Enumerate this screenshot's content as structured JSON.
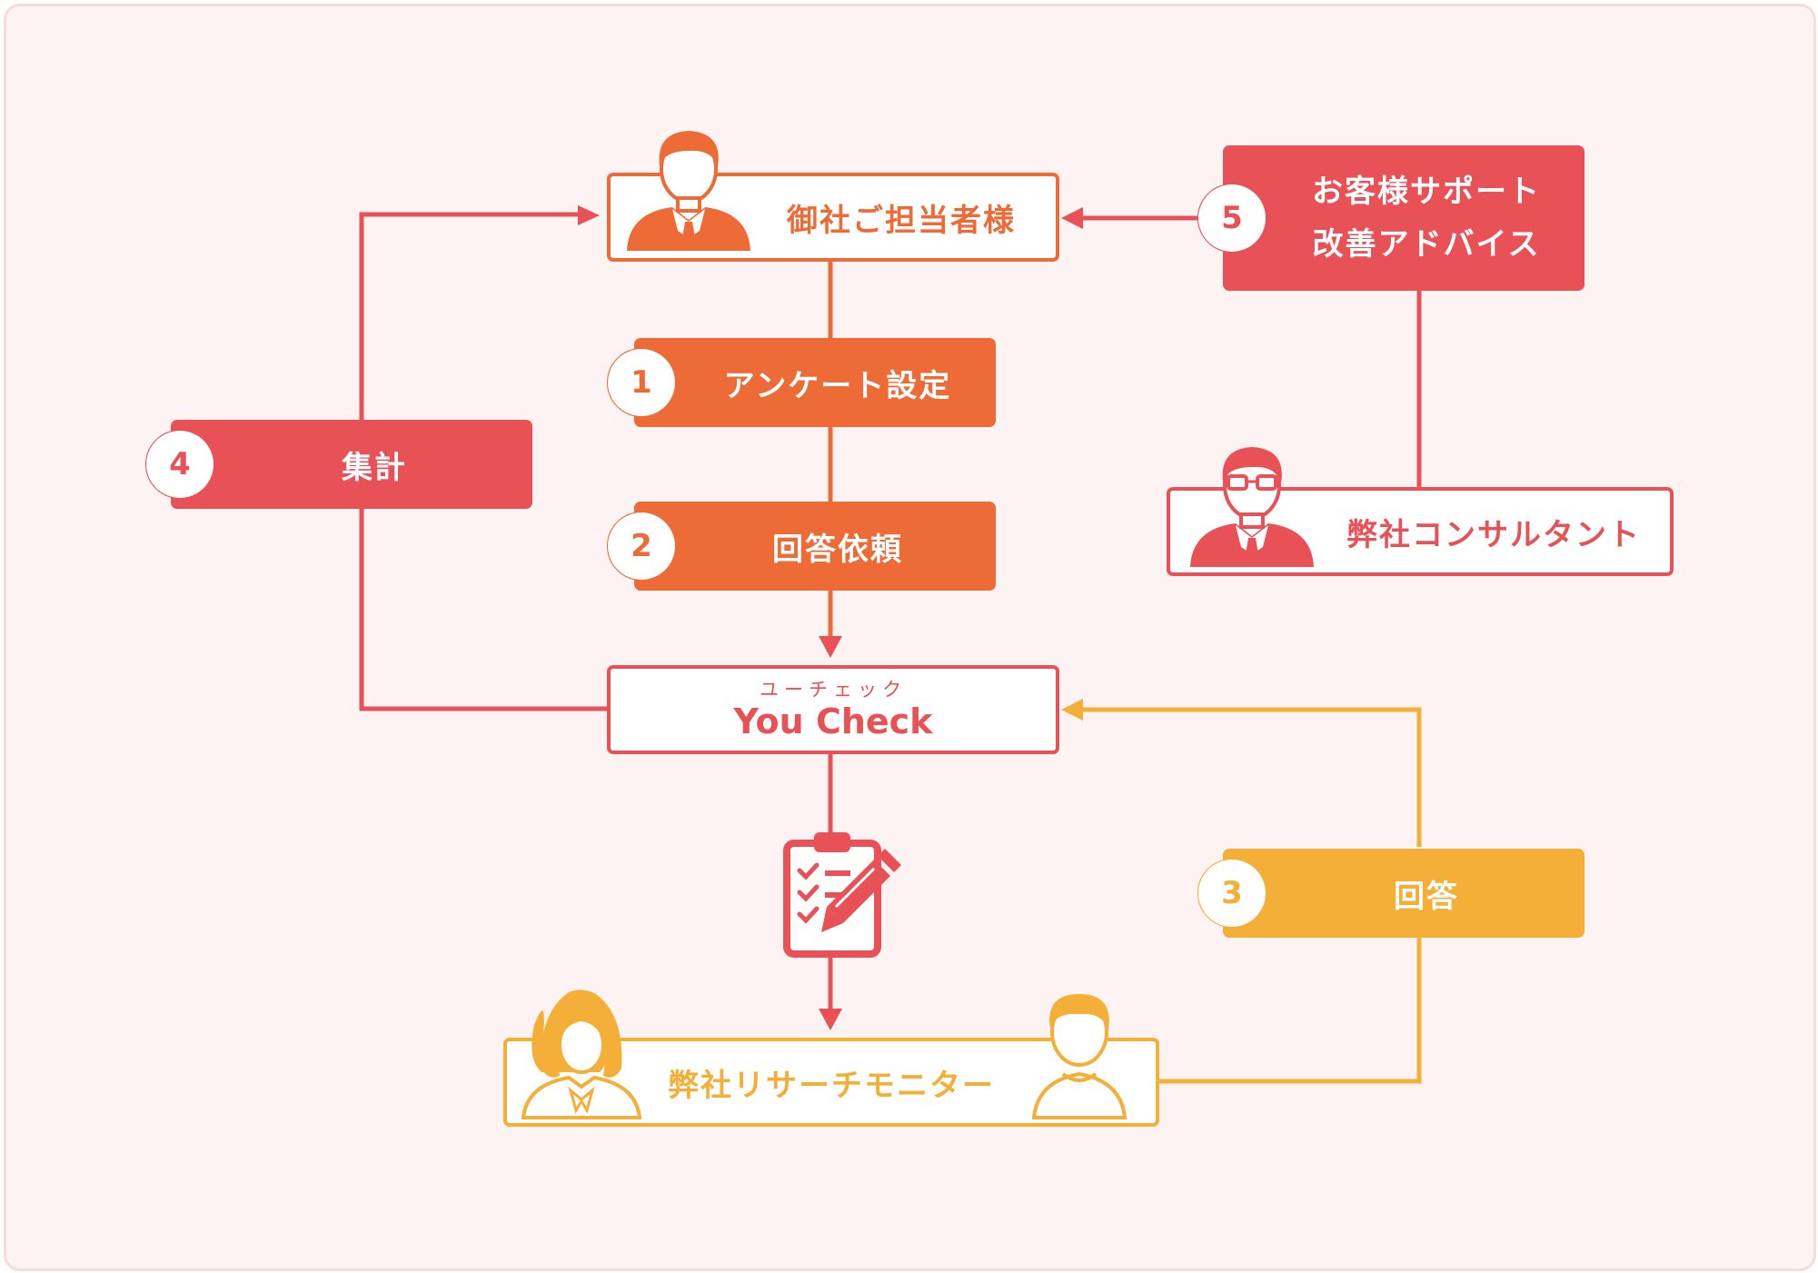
{
  "colors": {
    "red": "#e85156",
    "orange": "#ec6b37",
    "yellow": "#f3af37",
    "background": "#fdf3f2"
  },
  "client": {
    "label": "御社ご担当者様",
    "icon": "businessman-icon"
  },
  "steps": [
    {
      "number": "1",
      "label": "アンケート設定"
    },
    {
      "number": "2",
      "label": "回答依頼"
    },
    {
      "number": "3",
      "label": "回答"
    },
    {
      "number": "4",
      "label": "集計"
    },
    {
      "number": "5",
      "label_line1": "お客様サポート",
      "label_line2": "改善アドバイス"
    }
  ],
  "consultant": {
    "label": "弊社コンサルタント",
    "icon": "consultant-with-glasses-icon"
  },
  "service": {
    "ruby": "ユーチェック",
    "name": "You Check"
  },
  "survey_icon": "clipboard-checklist-pen-icon",
  "monitors": {
    "label": "弊社リサーチモニター",
    "icons": [
      "woman-icon",
      "man-icon"
    ]
  }
}
